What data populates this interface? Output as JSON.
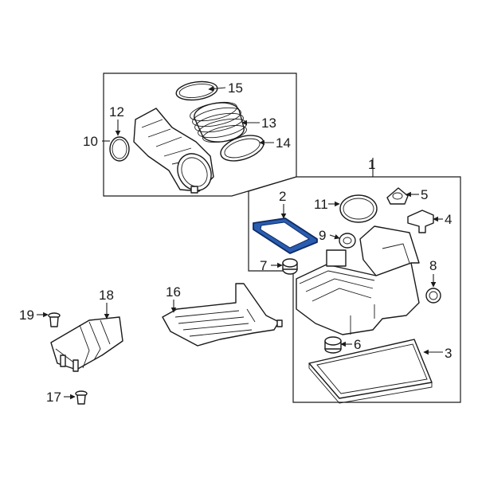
{
  "colors": {
    "line": "#1a1a1a",
    "background": "#ffffff",
    "highlight_fill": "#2a5db0",
    "highlight_stroke": "#0d2a66"
  },
  "highlighted_part": "2",
  "callouts": {
    "c1": "1",
    "c2": "2",
    "c3": "3",
    "c4": "4",
    "c5": "5",
    "c6": "6",
    "c7": "7",
    "c8": "8",
    "c9": "9",
    "c10": "10",
    "c11": "11",
    "c12": "12",
    "c13": "13",
    "c14": "14",
    "c15": "15",
    "c16": "16",
    "c17": "17",
    "c18": "18",
    "c19": "19"
  }
}
